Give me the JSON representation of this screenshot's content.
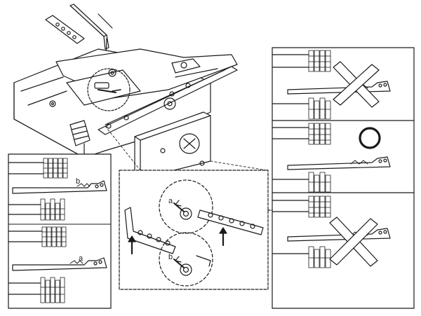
{
  "callouts": {
    "left_top": "b",
    "left_bottom": "a",
    "center_top": "a",
    "center_bottom": "b"
  },
  "panels": {
    "right": [
      {
        "verdict": "wrong",
        "symbol": "cross"
      },
      {
        "verdict": "correct",
        "symbol": "circle"
      },
      {
        "verdict": "wrong",
        "symbol": "cross"
      }
    ]
  },
  "colors": {
    "line": "#1a1a1a",
    "background": "#ffffff"
  }
}
